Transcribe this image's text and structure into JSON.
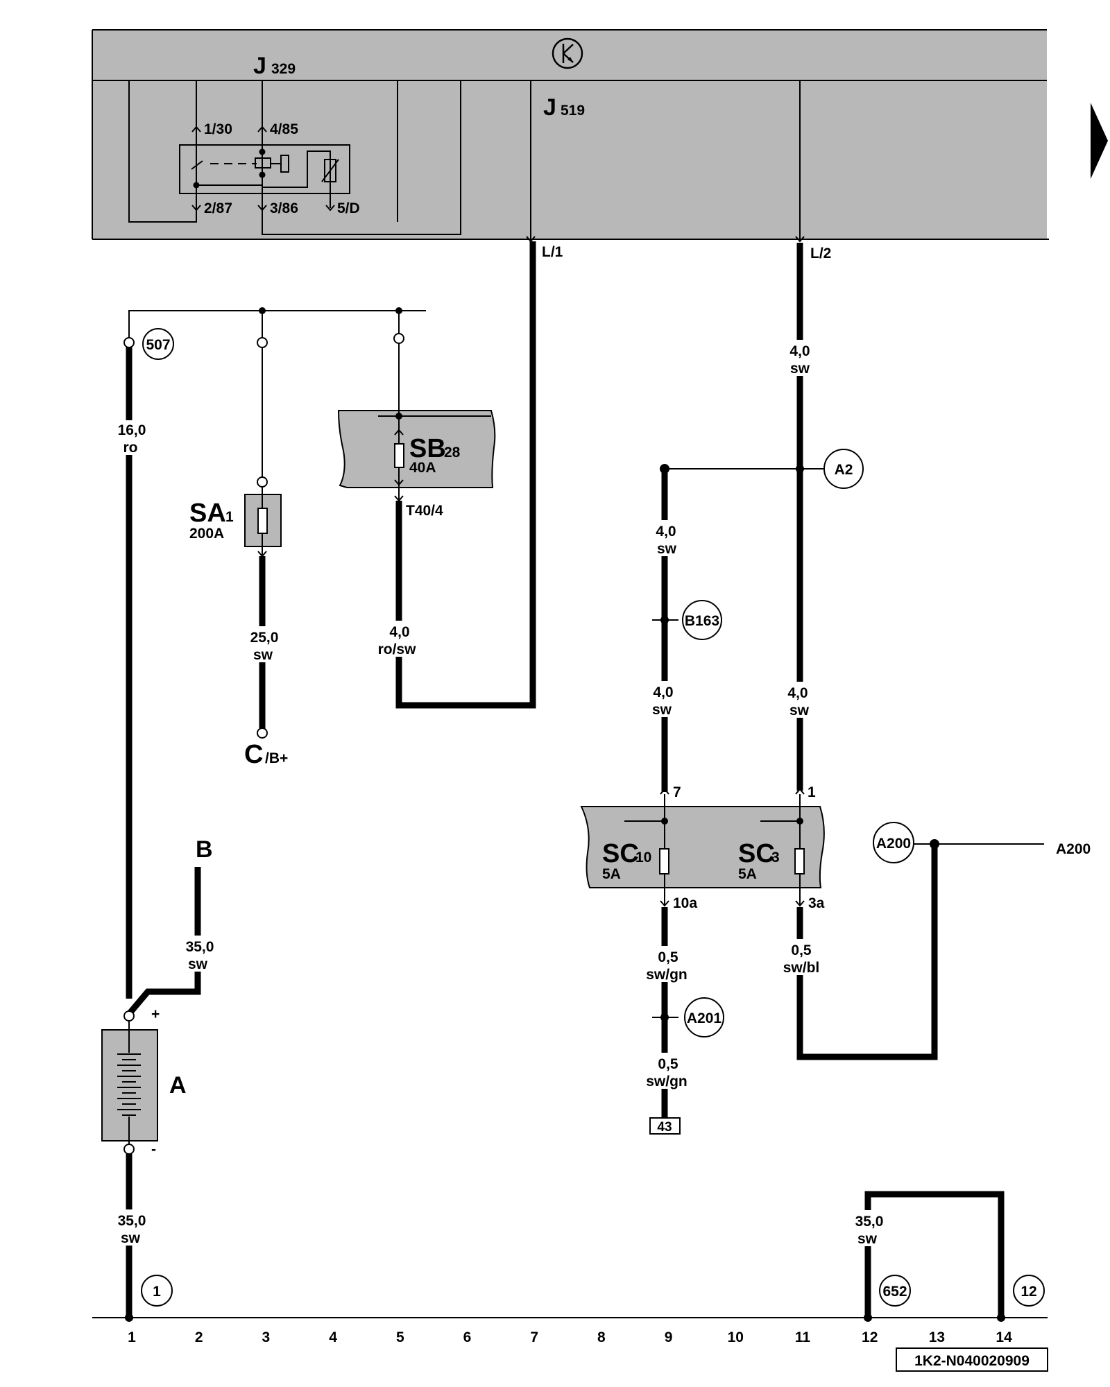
{
  "components": {
    "relay": {
      "name": "J",
      "index": "329",
      "pins": [
        "1/30",
        "4/85",
        "2/87",
        "3/86",
        "5/D"
      ]
    },
    "control_unit": {
      "name": "J",
      "index": "519",
      "outputs": [
        "L/1",
        "L/2"
      ]
    },
    "fuse_sa1": {
      "name": "SA",
      "index": "1",
      "rating": "200A"
    },
    "fuse_sb28": {
      "name": "SB",
      "index": "28",
      "rating": "40A",
      "connector": "T40/4"
    },
    "fuse_sc10": {
      "name": "SC",
      "index": "10",
      "rating": "5A",
      "pin_in": "7",
      "pin_out": "10a"
    },
    "fuse_sc3": {
      "name": "SC",
      "index": "3",
      "rating": "5A",
      "pin_in": "1",
      "pin_out": "3a"
    },
    "battery": {
      "name": "A",
      "plus": "+",
      "minus": "-"
    },
    "terminal_b": {
      "name": "B"
    },
    "terminal_c": {
      "name": "C",
      "suffix": "/B+"
    }
  },
  "wires": {
    "w507": {
      "size": "16,0",
      "color": "ro"
    },
    "wSA": {
      "size": "25,0",
      "color": "sw"
    },
    "wSB": {
      "size": "4,0",
      "color": "ro/sw"
    },
    "wB": {
      "size": "35,0",
      "color": "sw"
    },
    "wBatNeg": {
      "size": "35,0",
      "color": "sw"
    },
    "wL2": {
      "size": "4,0",
      "color": "sw"
    },
    "wA2": {
      "size": "4,0",
      "color": "sw"
    },
    "wB163": {
      "size": "4,0",
      "color": "sw"
    },
    "wL2low": {
      "size": "4,0",
      "color": "sw"
    },
    "wSC10": {
      "size": "0,5",
      "color": "sw/gn"
    },
    "wA201": {
      "size": "0,5",
      "color": "sw/gn"
    },
    "wSC3": {
      "size": "0,5",
      "color": "sw/bl"
    },
    "w652": {
      "size": "35,0",
      "color": "sw"
    }
  },
  "refs": {
    "r507": "507",
    "rA2": "A2",
    "rB163": "B163",
    "rA200": "A200",
    "rA200text": "A200",
    "rA201": "A201",
    "r43": "43",
    "r1": "1",
    "r652": "652",
    "r12": "12"
  },
  "ruler": [
    "1",
    "2",
    "3",
    "4",
    "5",
    "6",
    "7",
    "8",
    "9",
    "10",
    "11",
    "12",
    "13",
    "14"
  ],
  "doc_id": "1K2-N040020909"
}
